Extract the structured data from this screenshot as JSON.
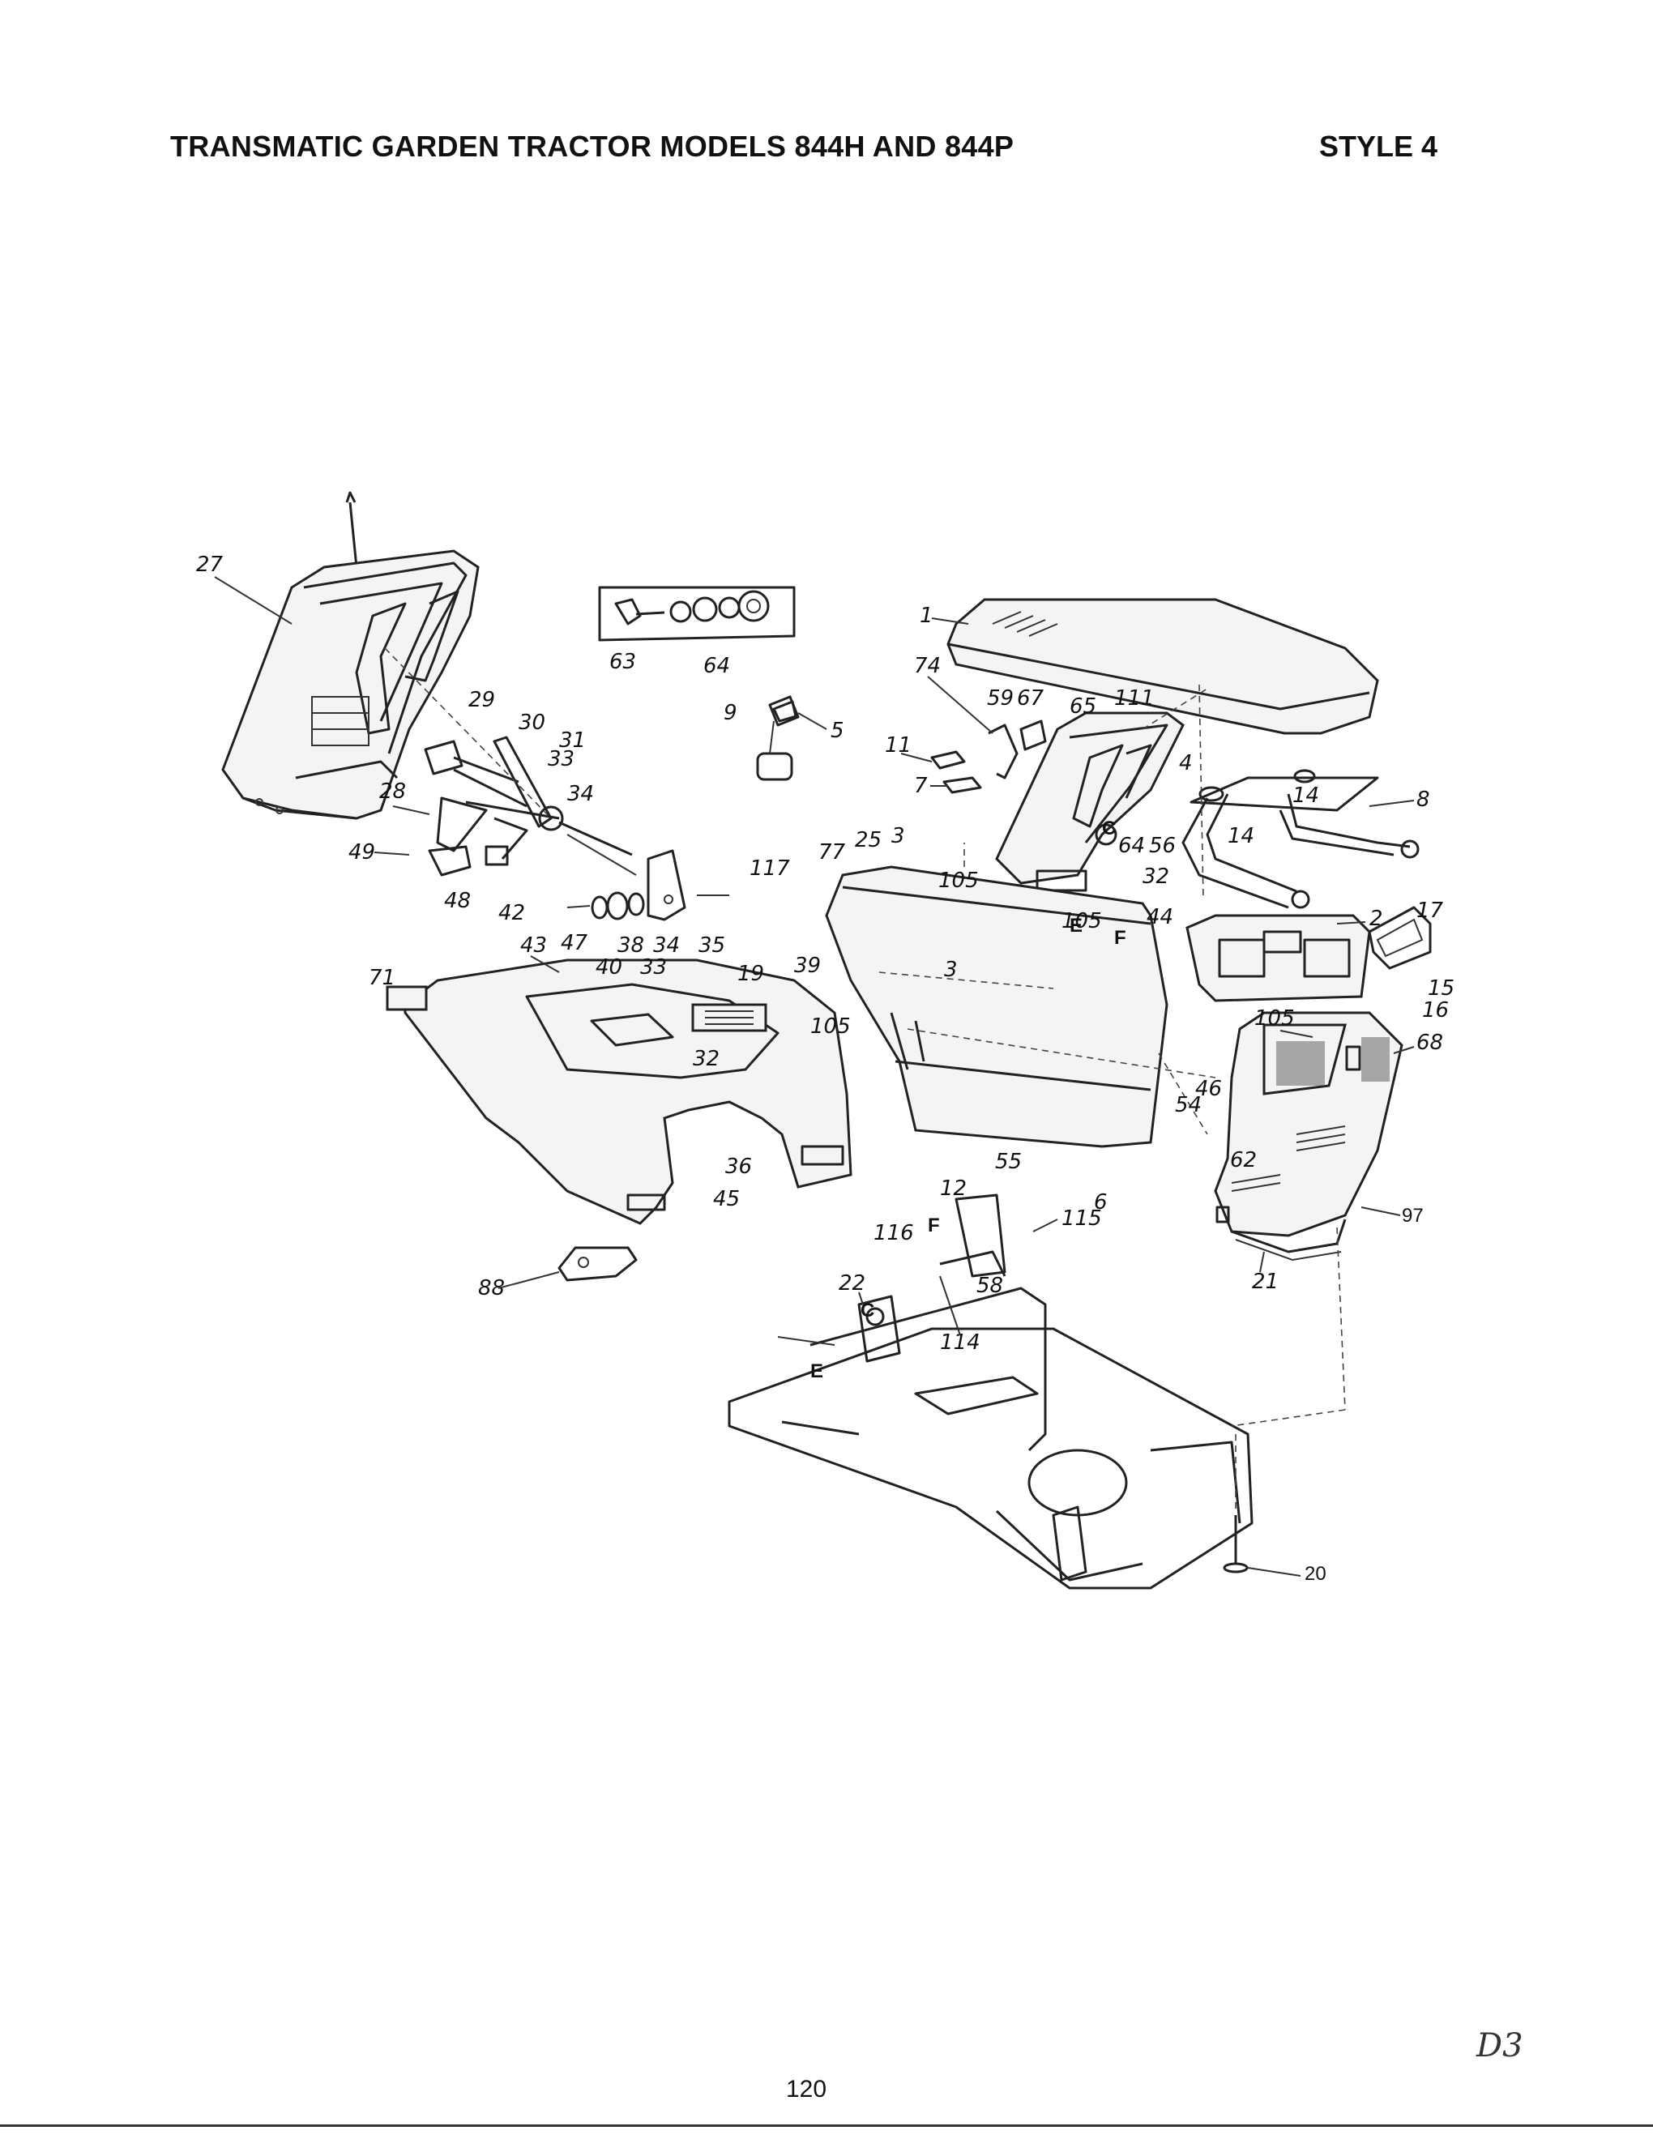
{
  "header": {
    "title": "TRANSMATIC GARDEN TRACTOR MODELS 844H AND 844P",
    "style": "STYLE 4"
  },
  "footer": {
    "page_number": "120",
    "handwritten_mark": "D3"
  },
  "diagram": {
    "part_labels": {
      "l1": "1",
      "l2": "2",
      "l3a": "3",
      "l3b": "3",
      "l4": "4",
      "l5": "5",
      "l6": "6",
      "l7": "7",
      "l8": "8",
      "l9": "9",
      "l11": "11",
      "l12": "12",
      "l14a": "14",
      "l14b": "14",
      "l15": "15",
      "l16": "16",
      "l17": "17",
      "l19": "19",
      "l20": "20",
      "l21": "21",
      "l22": "22",
      "l25": "25",
      "l27": "27",
      "l28": "28",
      "l29": "29",
      "l30": "30",
      "l31": "31",
      "l32a": "32",
      "l32b": "32",
      "l33a": "33",
      "l33b": "33",
      "l34a": "34",
      "l34b": "34",
      "l35": "35",
      "l36": "36",
      "l38": "38",
      "l39": "39",
      "l40": "40",
      "l42": "42",
      "l43": "43",
      "l44": "44",
      "l45": "45",
      "l46": "46",
      "l47": "47",
      "l48": "48",
      "l49": "49",
      "l54": "54",
      "l55": "55",
      "l56": "56",
      "l58": "58",
      "l59": "59",
      "l62": "62",
      "l63": "63",
      "l64a": "64",
      "l64b": "64",
      "l65": "65",
      "l67": "67",
      "l68": "68",
      "l71": "71",
      "l74": "74",
      "l77": "77",
      "l88": "88",
      "l97": "97",
      "l105a": "105",
      "l105b": "105",
      "l105c": "105",
      "l105d": "105",
      "l111": "111",
      "l114": "114",
      "l115": "115",
      "l116": "116",
      "l117": "117",
      "refC1": "C",
      "refC2": "C",
      "refE1": "E",
      "refE2": "E",
      "refF1": "F",
      "refF2": "F"
    }
  }
}
